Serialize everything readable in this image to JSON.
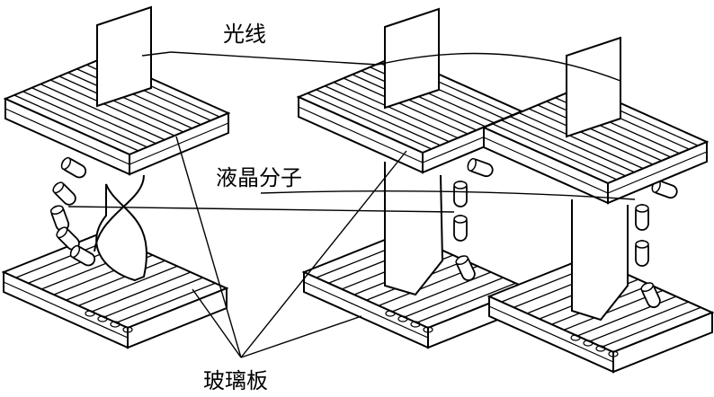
{
  "labels": {
    "light": "光线",
    "liquid_crystal_molecules": "液晶分子",
    "glass_plate": "玻璃板"
  },
  "colors": {
    "ink": "#000000",
    "paper": "#ffffff"
  }
}
